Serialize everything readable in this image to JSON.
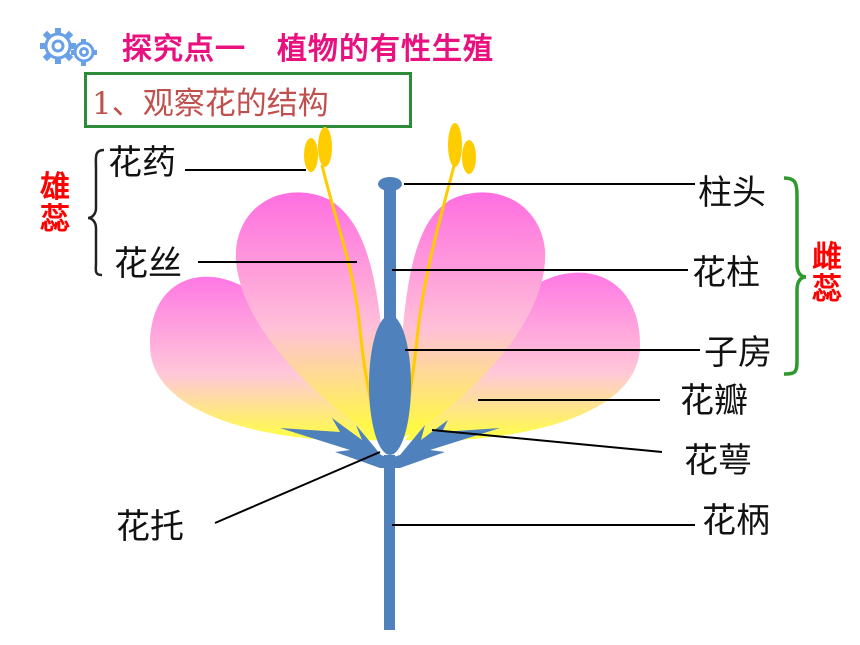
{
  "header": {
    "title": "探究点一　植物的有性生殖",
    "subtitle": "1、观察花的结构",
    "icon": "gears-icon"
  },
  "groups": {
    "stamen": "雄蕊",
    "pistil": "雌蕊"
  },
  "labels": {
    "anther": "花药",
    "filament": "花丝",
    "stigma": "柱头",
    "style": "花柱",
    "ovary": "子房",
    "petal": "花瓣",
    "sepal": "花萼",
    "receptacle": "花托",
    "pedicel": "花柄"
  },
  "colors": {
    "title": "#e8117f",
    "subtitle": "#c0504d",
    "subtitle_border": "#2e8b3a",
    "group_label": "#ff0000",
    "stamen_bracket": "#222222",
    "pistil_bracket": "#2e9a2e",
    "pistil": "#4f81bd",
    "anther": "#ffcc00",
    "petal_top": "#ff66dd",
    "petal_bottom": "#ffff33"
  }
}
